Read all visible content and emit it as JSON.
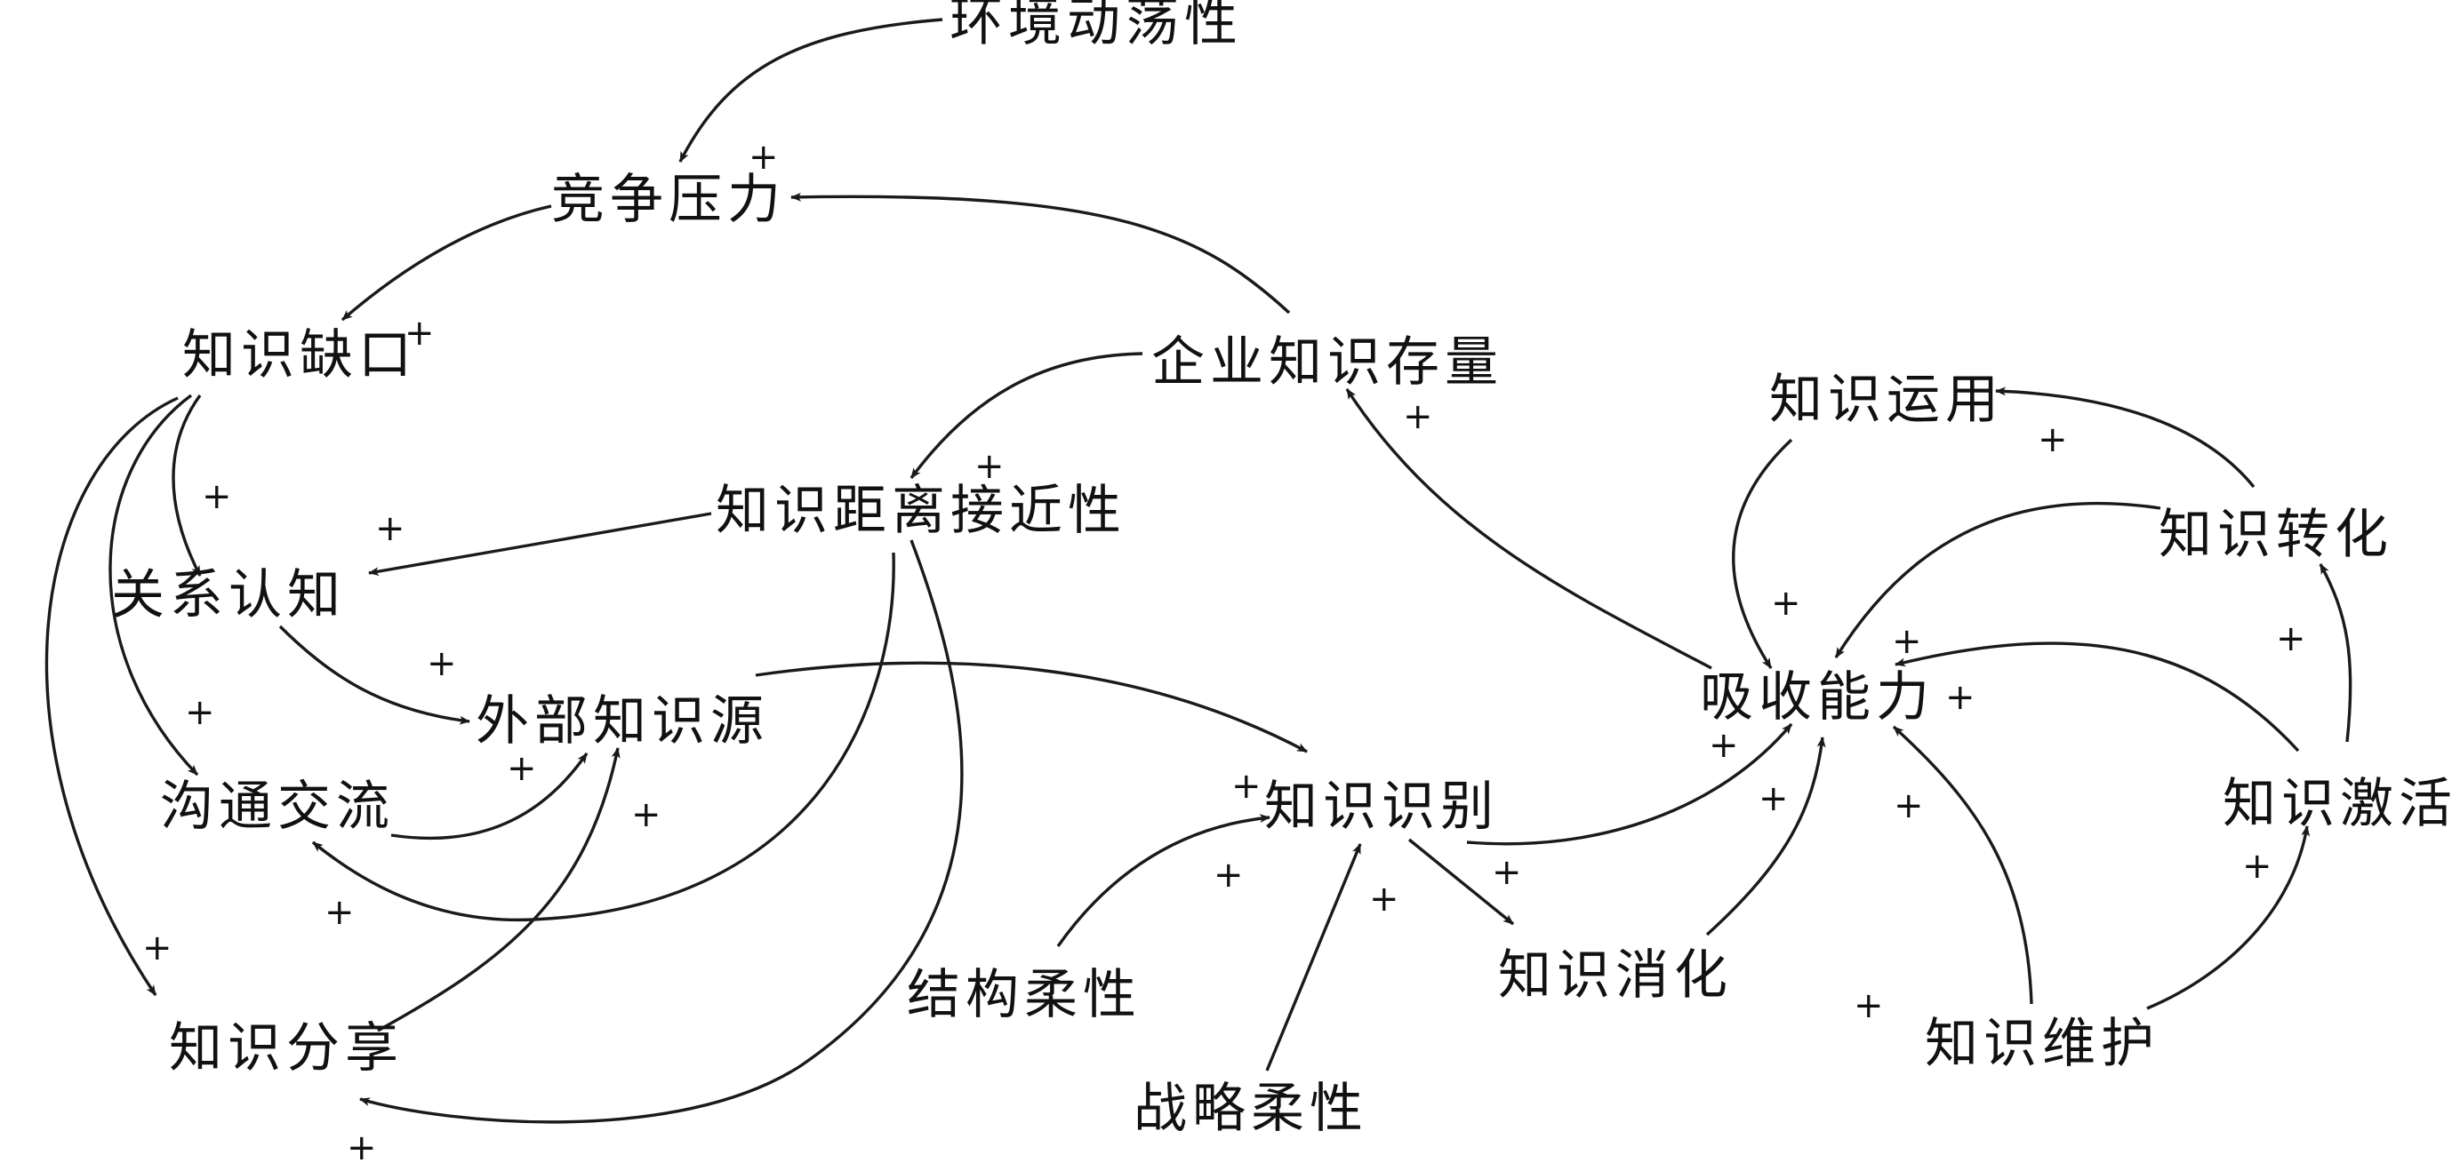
{
  "nodes": {
    "env_turbulence": "环境动荡性",
    "competition_pressure": "竞争压力",
    "knowledge_gap": "知识缺口",
    "enterprise_stock": "企业知识存量",
    "knowledge_distance": "知识距离接近性",
    "relation_cognition": "关系认知",
    "external_source": "外部知识源",
    "communication": "沟通交流",
    "knowledge_sharing": "知识分享",
    "structure_flex": "结构柔性",
    "strategy_flex": "战略柔性",
    "knowledge_identification": "知识识别",
    "knowledge_digestion": "知识消化",
    "absorptive_capacity": "吸收能力",
    "knowledge_application": "知识运用",
    "knowledge_transformation": "知识转化",
    "knowledge_activation": "知识激活",
    "knowledge_maintenance": "知识维护"
  },
  "polarity_sign": "+",
  "edges": [
    {
      "from": "env_turbulence",
      "to": "competition_pressure",
      "sign": "+"
    },
    {
      "from": "enterprise_stock",
      "to": "competition_pressure",
      "sign": "+"
    },
    {
      "from": "competition_pressure",
      "to": "knowledge_gap",
      "sign": "+"
    },
    {
      "from": "knowledge_gap",
      "to": "relation_cognition",
      "sign": "+"
    },
    {
      "from": "knowledge_gap",
      "to": "communication",
      "sign": "+"
    },
    {
      "from": "knowledge_gap",
      "to": "knowledge_sharing",
      "sign": "+"
    },
    {
      "from": "enterprise_stock",
      "to": "knowledge_distance",
      "sign": "+"
    },
    {
      "from": "knowledge_distance",
      "to": "relation_cognition",
      "sign": "+"
    },
    {
      "from": "knowledge_distance",
      "to": "communication",
      "sign": "+"
    },
    {
      "from": "knowledge_distance",
      "to": "knowledge_sharing",
      "sign": "+"
    },
    {
      "from": "relation_cognition",
      "to": "external_source",
      "sign": "+"
    },
    {
      "from": "communication",
      "to": "external_source",
      "sign": "+"
    },
    {
      "from": "knowledge_sharing",
      "to": "external_source",
      "sign": "+"
    },
    {
      "from": "external_source",
      "to": "knowledge_identification",
      "sign": "+"
    },
    {
      "from": "structure_flex",
      "to": "knowledge_identification",
      "sign": "+"
    },
    {
      "from": "strategy_flex",
      "to": "knowledge_identification",
      "sign": "+"
    },
    {
      "from": "knowledge_identification",
      "to": "knowledge_digestion",
      "sign": "+"
    },
    {
      "from": "knowledge_identification",
      "to": "absorptive_capacity",
      "sign": "+"
    },
    {
      "from": "knowledge_digestion",
      "to": "absorptive_capacity",
      "sign": "+"
    },
    {
      "from": "absorptive_capacity",
      "to": "enterprise_stock",
      "sign": "+"
    },
    {
      "from": "knowledge_application",
      "to": "absorptive_capacity",
      "sign": "+"
    },
    {
      "from": "knowledge_transformation",
      "to": "absorptive_capacity",
      "sign": "+"
    },
    {
      "from": "knowledge_activation",
      "to": "absorptive_capacity",
      "sign": "+"
    },
    {
      "from": "knowledge_maintenance",
      "to": "absorptive_capacity",
      "sign": "+"
    },
    {
      "from": "knowledge_maintenance",
      "to": "knowledge_activation",
      "sign": "+"
    },
    {
      "from": "knowledge_activation",
      "to": "knowledge_transformation",
      "sign": "+"
    },
    {
      "from": "knowledge_transformation",
      "to": "knowledge_application",
      "sign": "+"
    }
  ]
}
